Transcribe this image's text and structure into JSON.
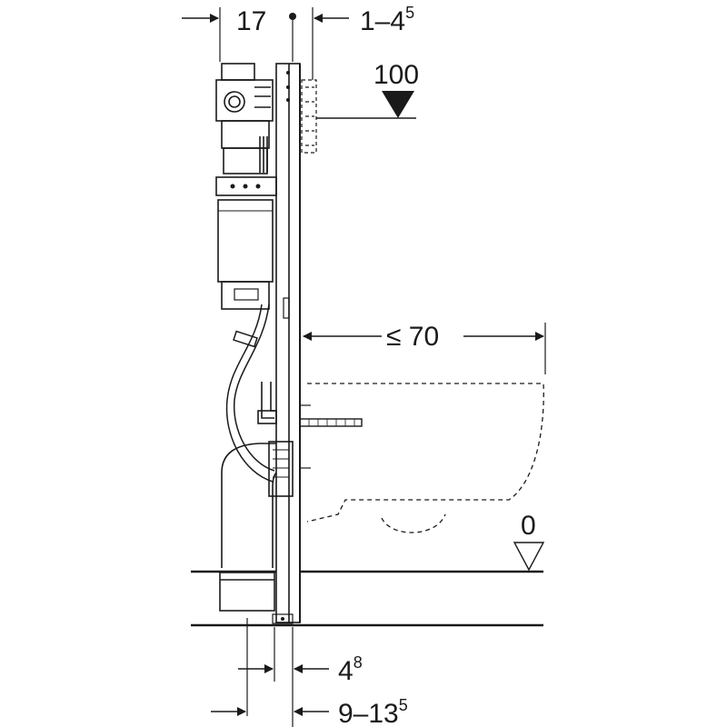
{
  "dimensions": {
    "frame_depth": {
      "base": "17",
      "sup": ""
    },
    "wall_gap": {
      "base": "1–4",
      "sup": "5"
    },
    "flush_height": {
      "base": "100",
      "sup": ""
    },
    "bowl_projection": {
      "base": "≤ 70",
      "sup": ""
    },
    "floor_level": {
      "base": "0",
      "sup": ""
    },
    "pipe_offset": {
      "base": "4",
      "sup": "8"
    },
    "wall_build_up": {
      "base": "9–13",
      "sup": "5"
    }
  },
  "colors": {
    "line": "#1a1a1a",
    "background": "#ffffff"
  }
}
